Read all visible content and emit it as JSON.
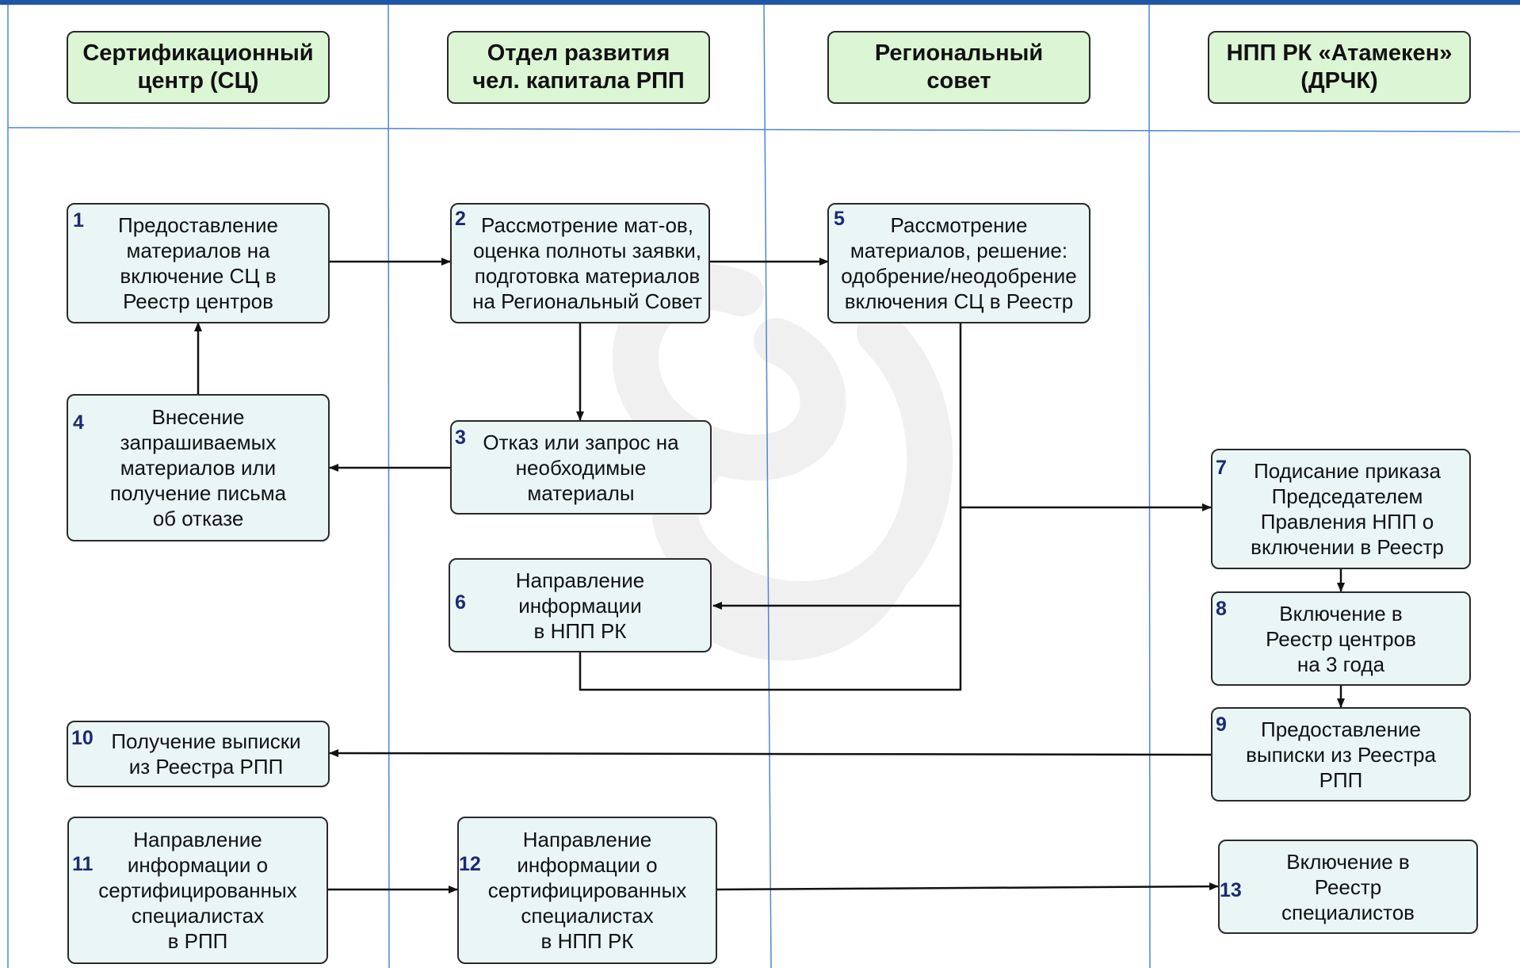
{
  "lanes": [
    {
      "title": "Сертификационный\nцентр (СЦ)"
    },
    {
      "title": "Отдел развития\nчел. капитала РПП"
    },
    {
      "title": "Региональный\nсовет"
    },
    {
      "title": "НПП РК «Атамекен»\n(ДРЧК)"
    }
  ],
  "steps": [
    {
      "num": "1",
      "text": "Предоставление\nматериалов на\nвключение СЦ в\nРеестр центров"
    },
    {
      "num": "2",
      "text": "Рассмотрение мат-ов,\nоценка полноты заявки,\nподготовка материалов\nна Региональный Совет"
    },
    {
      "num": "3",
      "text": "Отказ или запрос на\nнеобходимые\nматериалы"
    },
    {
      "num": "4",
      "text": "Внесение\nзапрашиваемых\nматериалов или\nполучение письма\nоб отказе"
    },
    {
      "num": "5",
      "text": "Рассмотрение\nматериалов, решение:\nодобрение/неодобрение\nвключения СЦ в Реестр"
    },
    {
      "num": "6",
      "text": "Направление\nинформации\nв НПП РК"
    },
    {
      "num": "7",
      "text": "Подисание приказа\nПредседателем\nПравления НПП о\nвключении в Реестр"
    },
    {
      "num": "8",
      "text": "Включение в\nРеестр центров\nна 3 года"
    },
    {
      "num": "9",
      "text": "Предоставление\nвыписки из Реестра\nРПП"
    },
    {
      "num": "10",
      "text": "Получение выписки\nиз Реестра РПП"
    },
    {
      "num": "11",
      "text": "Направление\nинформации о\nсертифицированных\nспециалистах\nв РПП"
    },
    {
      "num": "12",
      "text": "Направление\nинформации о\nсертифицированных\nспециалистах\nв НПП РК"
    },
    {
      "num": "13",
      "text": "Включение в\nРеестр\nспециалистов"
    }
  ],
  "colors": {
    "top_bar": "#1f56a5",
    "lane_lines": "#4f86d1",
    "header_fill": "#dcf5d5",
    "step_fill": "#eaf6f6",
    "step_number": "#1c2a72",
    "arrows": "#111111"
  }
}
